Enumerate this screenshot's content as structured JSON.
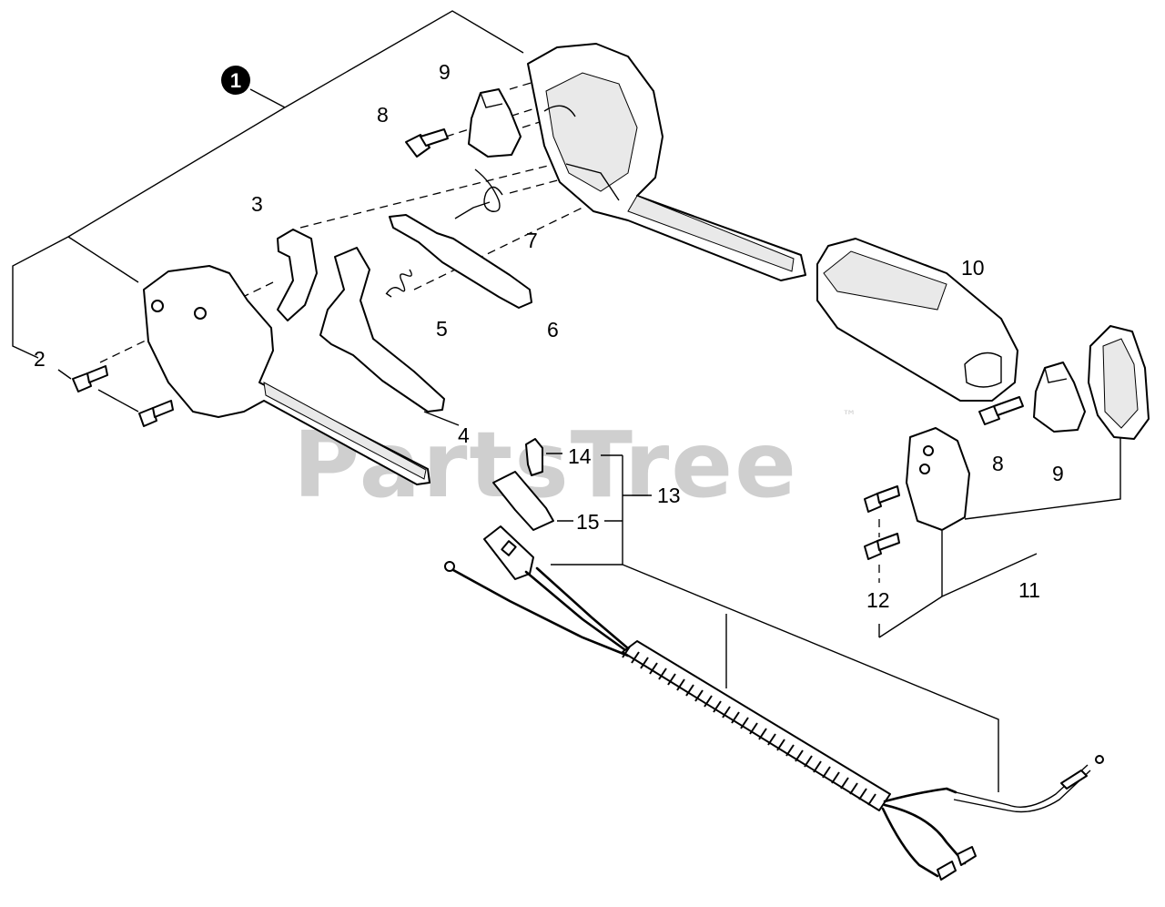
{
  "callouts": {
    "c1": "1",
    "c2": "2",
    "c3": "3",
    "c4": "4",
    "c5": "5",
    "c6": "6",
    "c7": "7",
    "c8a": "8",
    "c8b": "8",
    "c9a": "9",
    "c9b": "9",
    "c10": "10",
    "c11": "11",
    "c12": "12",
    "c13": "13",
    "c14": "14",
    "c15": "15"
  },
  "watermark": {
    "text": "PartsTree",
    "trademark": "™"
  }
}
